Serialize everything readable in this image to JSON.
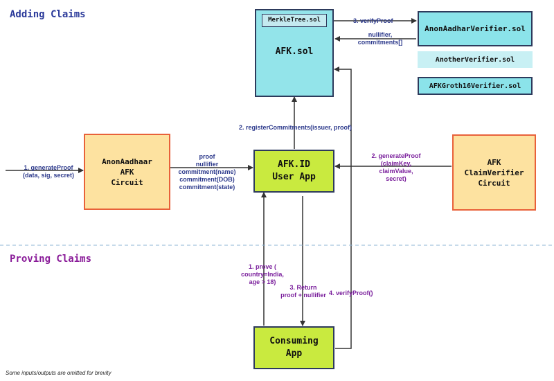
{
  "sections": {
    "adding": "Adding Claims",
    "proving": "Proving Claims"
  },
  "footnote": "Some inputs/outputs are omitted for brevity",
  "nodes": {
    "merkle": "MerkleTree.sol",
    "afk_sol": "AFK.sol",
    "anon_verifier": "AnonAadharVerifier.sol",
    "another_verifier": "AnotherVerifier.sol",
    "groth_verifier": "AFKGroth16Verifier.sol",
    "anon_circuit": [
      "AnonAadhaar",
      "AFK",
      "Circuit"
    ],
    "user_app": [
      "AFK.ID",
      "User App"
    ],
    "claim_circuit": [
      "AFK",
      "ClaimVerifier",
      "Circuit"
    ],
    "consuming_app": [
      "Consuming",
      "App"
    ]
  },
  "edges": {
    "verify_proof_3": "3. verifyProof",
    "nullifier_return": [
      "nullifier,",
      "commitments[]"
    ],
    "register": "2. registerCommitments(issuer, proof)",
    "gen_proof_1": [
      "1. generateProof",
      "(data,  sig, secret)"
    ],
    "proof_outputs": [
      "proof",
      "nullifier",
      "commitment(name)",
      "commitment(DOB)",
      "commitment(state)"
    ],
    "gen_proof_2": [
      "2. generateProof",
      "(claimKey,",
      "claimValue,",
      "secret)"
    ],
    "prove": [
      "1. prove (",
      "country=India,",
      "age > 18)"
    ],
    "return": [
      "3. Return",
      "proof + nullifier"
    ],
    "verify_proof_4": "4. verifyProof()"
  }
}
